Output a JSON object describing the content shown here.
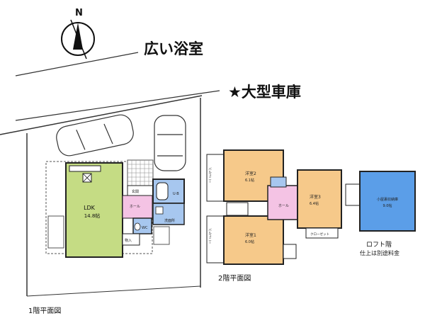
{
  "compass": {
    "label": "N"
  },
  "callouts": {
    "bath": "広い浴室",
    "garage": "★大型車庫"
  },
  "floor1": {
    "caption": "1階平面図",
    "ldk_name": "LDK",
    "ldk_size": "14.8帖",
    "hall": "ホール",
    "entrance": "玄関",
    "ub": "U·B",
    "washroom": "洗面所",
    "wc": "WC",
    "storage": "物入"
  },
  "floor2": {
    "caption": "2階平面図",
    "room1_name": "洋室1",
    "room1_size": "6.0帖",
    "room2_name": "洋室2",
    "room2_size": "6.1帖",
    "room3_name": "洋室3",
    "room3_size": "6.4帖",
    "hall": "ホール",
    "balcony": "バルコニー",
    "closet": "クローゼット"
  },
  "loft": {
    "room_name": "小屋裏収納庫",
    "room_size": "9.0帖",
    "label": "ロフト階",
    "note": "仕上は別途料金"
  },
  "colors": {
    "ldk": "#c5dc84",
    "bedroom": "#f6c98a",
    "hall": "#f4c3e4",
    "wet": "#a7c7ef",
    "loft": "#5b9ee8"
  }
}
